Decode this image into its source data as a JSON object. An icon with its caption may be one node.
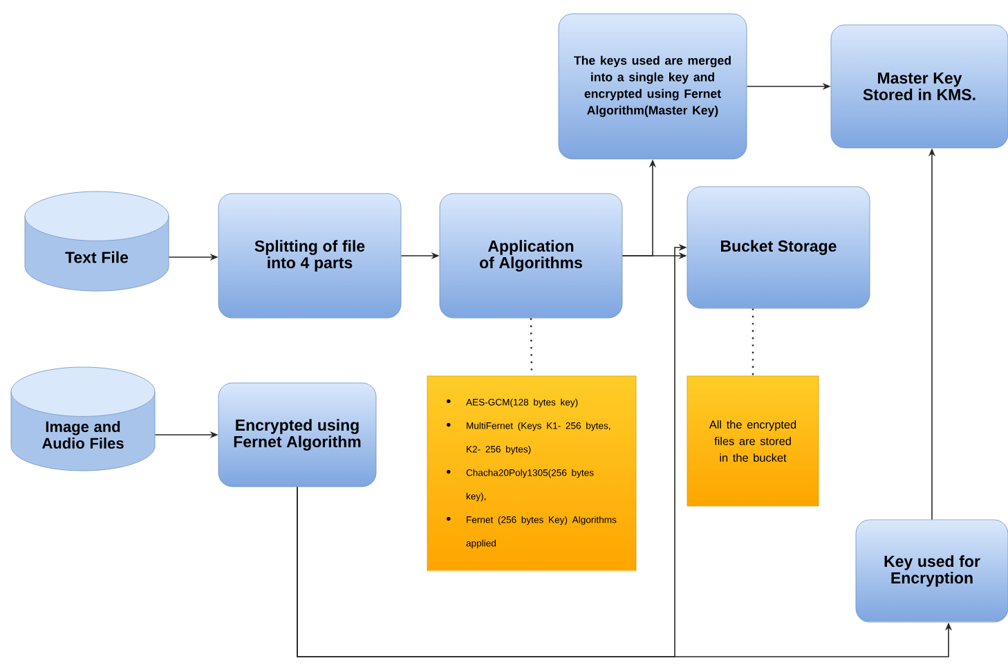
{
  "diagram": {
    "nodes": [
      {
        "text": [
          "Text File"
        ]
      },
      {
        "text": [
          "Splitting of file into 4 parts"
        ]
      },
      {
        "text": [
          "Application of Algorithms"
        ]
      },
      {
        "text": [
          "The keys used are merged into a single key and encrypted using Fernet Algorithm(Master Key)"
        ]
      },
      {
        "text": [
          "Master Key Stored in KMS."
        ]
      },
      {
        "text": [
          "Bucket Storage"
        ]
      },
      {
        "text": [
          "Image and Audio Files"
        ]
      },
      {
        "text": [
          "Encrypted using Fernet Algorithm"
        ]
      },
      {
        "text": [
          "AES-GCM(128 bytes key)",
          "MultiFernet (Keys K1- 256 bytes, K2- 256 bytes)",
          "Chacha20Poly1305(256 bytes key),",
          "Fernet (256 bytes Key) Algorithms applied"
        ]
      },
      {
        "text": [
          "All the encrypted files are stored in the bucket"
        ]
      },
      {
        "text": [
          "Key used for Encryption"
        ]
      }
    ],
    "edges": [
      {
        "from": 0,
        "to": 1,
        "arrow": "to"
      },
      {
        "from": 1,
        "to": 2,
        "arrow": "to"
      },
      {
        "from": 2,
        "to": 5,
        "arrow": "to"
      },
      {
        "from": 2,
        "to": 3,
        "arrow": "to"
      },
      {
        "from": 3,
        "to": 4,
        "arrow": "to"
      },
      {
        "from": 2,
        "to": 8,
        "arrow": "none",
        "style": "dashed"
      },
      {
        "from": 5,
        "to": 9,
        "arrow": "none",
        "style": "dashed"
      },
      {
        "from": 6,
        "to": 7,
        "arrow": "to"
      },
      {
        "from": 7,
        "to": 10,
        "arrow": "to"
      },
      {
        "from": 7,
        "to": 5,
        "arrow": "to"
      },
      {
        "from": 10,
        "to": 4,
        "arrow": "to"
      }
    ]
  }
}
